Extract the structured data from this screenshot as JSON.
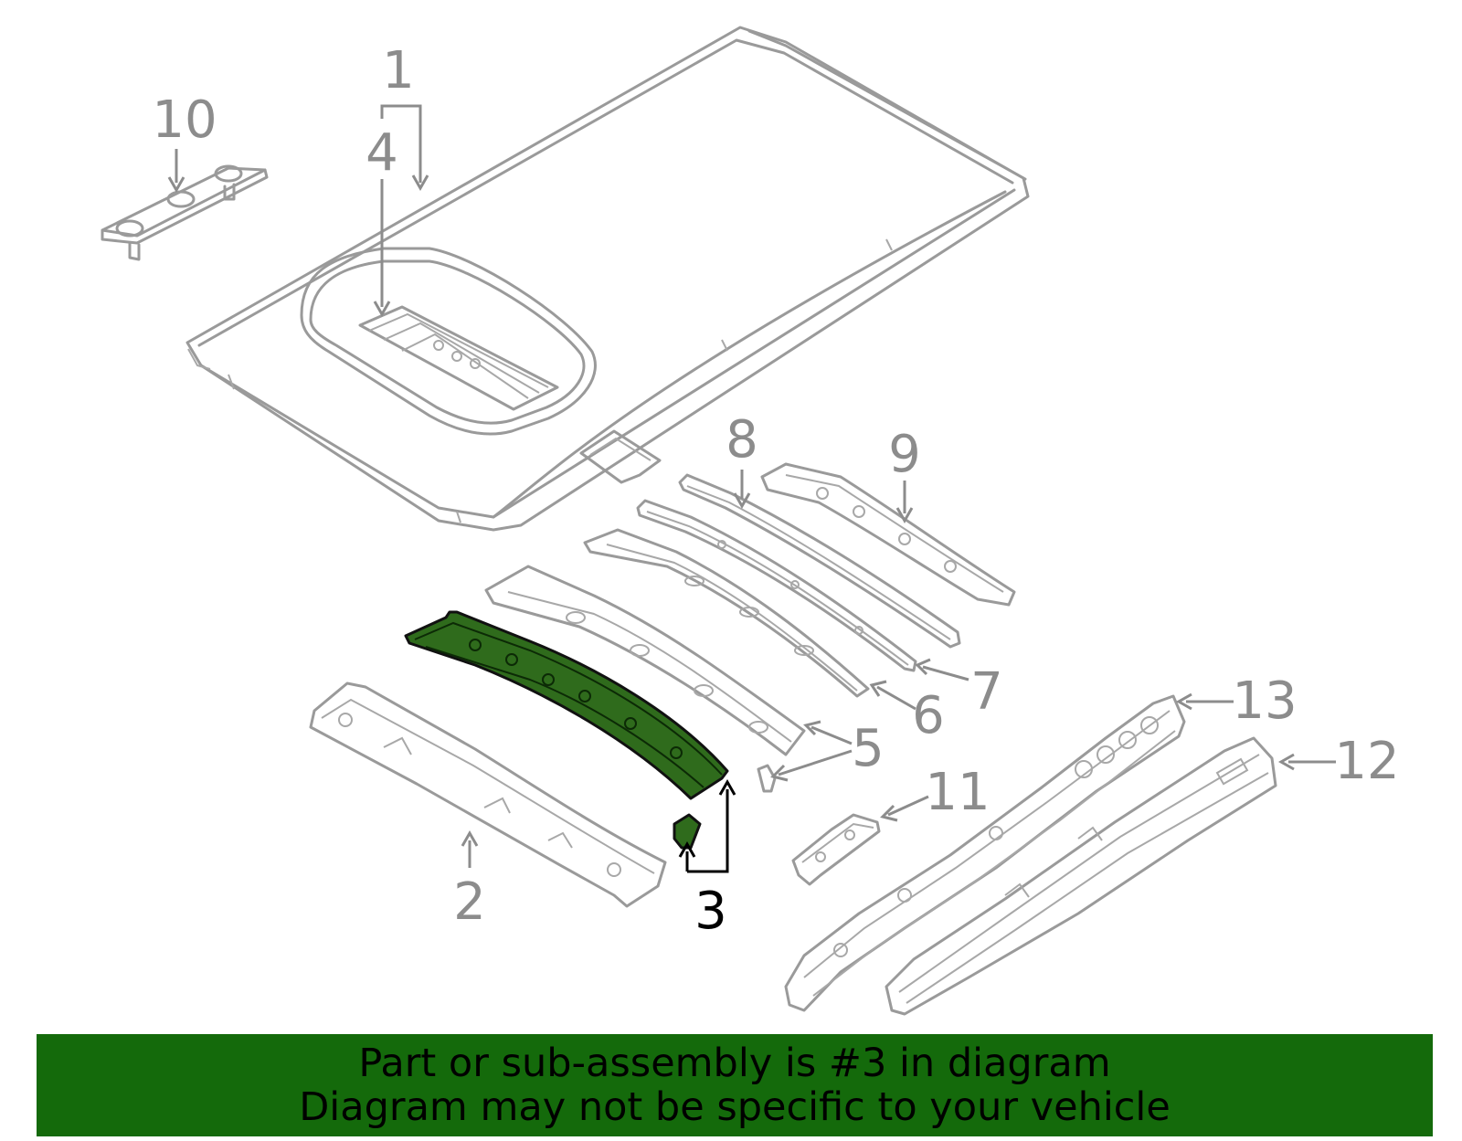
{
  "callouts": {
    "c1": "1",
    "c2": "2",
    "c3": "3",
    "c4": "4",
    "c5": "5",
    "c6": "6",
    "c7": "7",
    "c8": "8",
    "c9": "9",
    "c10": "10",
    "c11": "11",
    "c12": "12",
    "c13": "13"
  },
  "highlighted_part": "3",
  "colors": {
    "banner_background": "#146a0b",
    "highlight_fill": "#2f6b1c",
    "part_lines": "#9a9a9a",
    "callout_text": "#8c8c8c"
  },
  "banner": {
    "line1": "Part or sub-assembly is #3 in diagram",
    "line2": "Diagram may not be specific to your vehicle"
  }
}
